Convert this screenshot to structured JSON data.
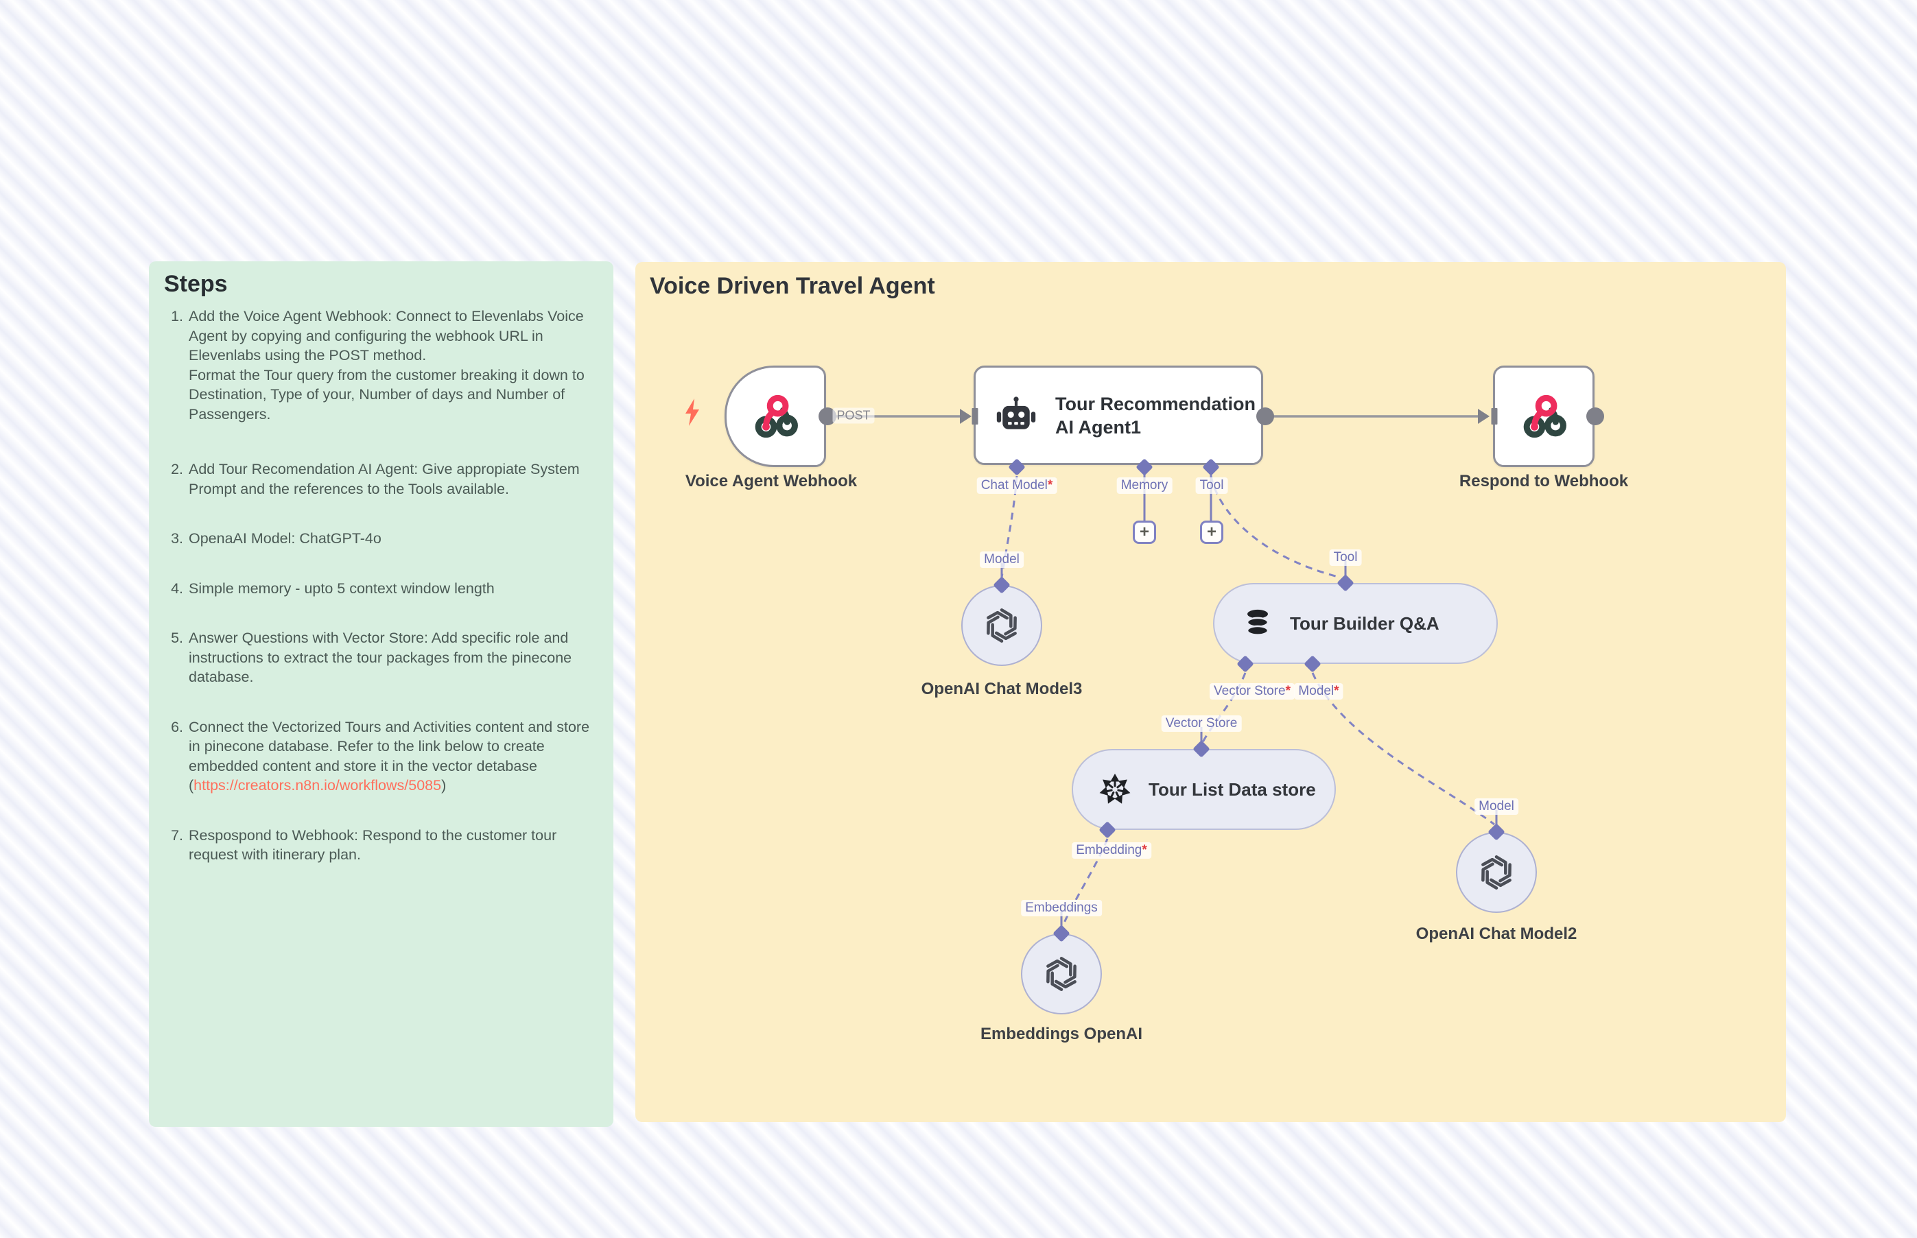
{
  "canvas": {
    "title": "Voice Driven Travel Agent"
  },
  "steps": {
    "title": "Steps",
    "items": [
      {
        "num": "1.",
        "text": "Add the Voice Agent Webhook: Connect to Elevenlabs Voice Agent by copying and configuring the webhook URL in Elevenlabs using the POST method.",
        "text2": "Format the Tour query from the customer breaking it down to Destination, Type of your, Number of days and Number of Passengers."
      },
      {
        "num": "2.",
        "text": "Add Tour Recomendation AI Agent: Give appropiate System Prompt and the references to the Tools available."
      },
      {
        "num": "3.",
        "text": "OpenaAI Model: ChatGPT-4o"
      },
      {
        "num": "4.",
        "text": "Simple memory - upto 5 context window length"
      },
      {
        "num": "5.",
        "text": "Answer Questions with Vector Store: Add specific role and instructions to extract the tour packages from the pinecone database."
      },
      {
        "num": "6.",
        "text": "Connect the Vectorized Tours and Activities content and store in pinecone database. Refer to the link below to create embedded content and store it in the vector detabase ",
        "link_open": "(",
        "link": "https://creators.n8n.io/workflows/5085",
        "link_close": ")"
      },
      {
        "num": "7.",
        "text": "Respospond to Webhook: Respond to the customer tour request with itinerary plan."
      }
    ]
  },
  "nodes": {
    "webhook": {
      "label": "Voice Agent Webhook"
    },
    "agent": {
      "line1": "Tour Recommendation",
      "line2": "AI Agent1"
    },
    "respond": {
      "label": "Respond to Webhook"
    },
    "chat_model3": {
      "label": "OpenAI Chat Model3"
    },
    "tour_builder": {
      "label": "Tour Builder Q&A"
    },
    "tour_list": {
      "label": "Tour List Data store"
    },
    "chat_model2": {
      "label": "OpenAI Chat Model2"
    },
    "embeddings_openai": {
      "label": "Embeddings OpenAI"
    }
  },
  "ports": {
    "post": "POST",
    "chat_model": "Chat Model",
    "memory": "Memory",
    "tool_agent": "Tool",
    "model_chat3": "Model",
    "tool_builder": "Tool",
    "vector_store_req": "Vector Store",
    "model_req": "Model",
    "vector_store_top": "Vector Store",
    "embedding_req": "Embedding",
    "embeddings_top": "Embeddings",
    "model_chat2": "Model",
    "required_marker": "*",
    "plus": "+"
  },
  "colors": {
    "sticky_green": "#d8efe0",
    "sticky_yellow": "#fceec6",
    "link_orange": "#ff6f5c",
    "connector_purple": "#7477b9",
    "line_gray": "#98989e",
    "required_red": "#e23b41",
    "webhook_pink": "#ee2d5d",
    "webhook_dark": "#2f4641",
    "bolt_orange": "#ff6d5a"
  }
}
